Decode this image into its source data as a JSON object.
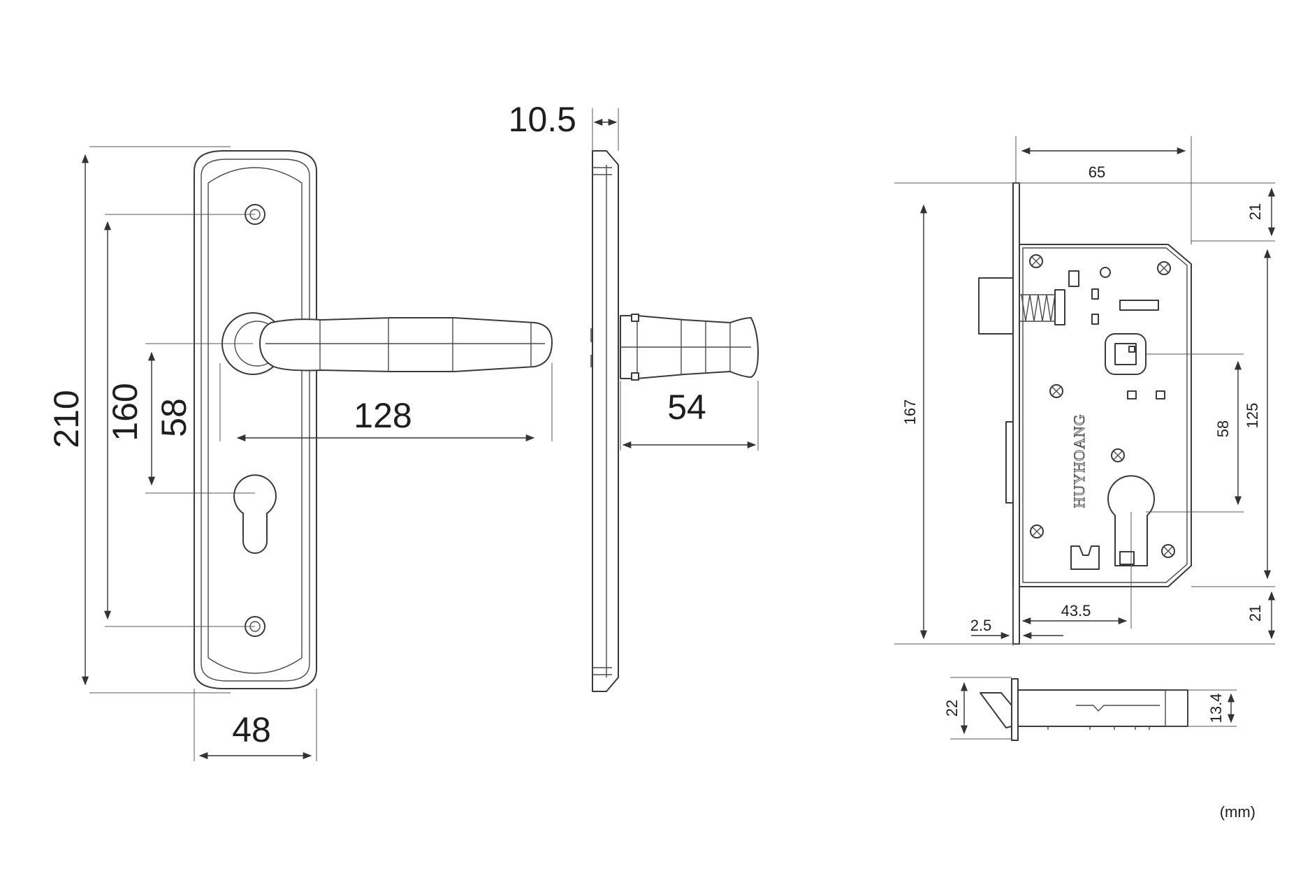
{
  "colors": {
    "line": "#3a3a3a",
    "text": "#1e1e1e",
    "background": "#ffffff"
  },
  "handle_front_view": {
    "overall_height": "210",
    "screw_spacing": "160",
    "handle_to_keyhole": "58",
    "handle_length": "128",
    "plate_width": "48"
  },
  "handle_side_view": {
    "plate_thickness": "10.5",
    "handle_projection": "54"
  },
  "lock_body": {
    "brand": "HUYHOANG",
    "backset": "65",
    "top_offset": "21",
    "overall_height": "167",
    "case_height": "125",
    "handle_to_keyhole": "58",
    "bottom_offset": "21",
    "keyhole_offset": "43.5",
    "faceplate_thickness": "2.5"
  },
  "latch_detail": {
    "latch_height": "22",
    "body_height": "13.4"
  },
  "unit_label": "(mm)"
}
